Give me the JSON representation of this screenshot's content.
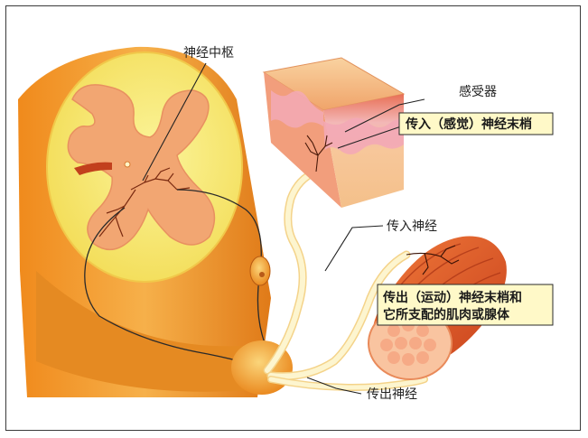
{
  "labels": {
    "center": "神经中枢",
    "receptor": "感受器",
    "afferent_ending": "传入（感觉）神经末梢",
    "afferent_nerve": "传入神经",
    "efferent_ending_line1": "传出（运动）神经末梢和",
    "efferent_ending_line2": "它所支配的肌肉或腺体",
    "efferent_nerve": "传出神经"
  },
  "colors": {
    "cord_yellow": "#f7ec7c",
    "gray_matter": "#f3a56a",
    "outer_orange": "#ee9a2b",
    "nerve_cream": "#fbf3c4",
    "skin_pink": "#f6b7c0",
    "muscle_red": "#e4582a",
    "callout_bg": "#fff9c8"
  }
}
